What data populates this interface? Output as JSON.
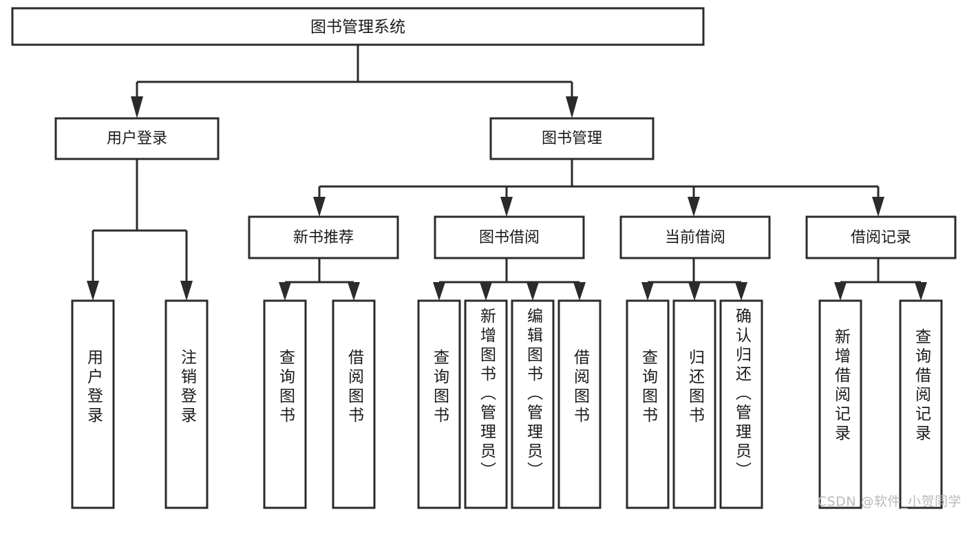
{
  "diagram": {
    "title": "图书管理系统",
    "type": "tree",
    "orientation": "top-down",
    "colors": {
      "background": "#ffffff",
      "box_fill": "#ffffff",
      "box_stroke": "#2b2b2b",
      "connector": "#2b2b2b",
      "text": "#1a1a1a",
      "watermark": "#b9b9b9"
    }
  },
  "nodes": {
    "root": {
      "label": "图书管理系统",
      "level": 1
    },
    "level2": [
      {
        "id": "user-login",
        "label": "用户登录",
        "level": 2
      },
      {
        "id": "book-management",
        "label": "图书管理",
        "level": 2
      }
    ],
    "level3": [
      {
        "id": "new-book-recommend",
        "label": "新书推荐",
        "level": 3,
        "parent": "book-management"
      },
      {
        "id": "book-borrow",
        "label": "图书借阅",
        "level": 3,
        "parent": "book-management"
      },
      {
        "id": "current-borrow",
        "label": "当前借阅",
        "level": 3,
        "parent": "book-management"
      },
      {
        "id": "borrow-record",
        "label": "借阅记录",
        "level": 3,
        "parent": "book-management"
      }
    ],
    "leaves": [
      {
        "id": "leaf-user-login",
        "label": "用户登录",
        "parent": "user-login"
      },
      {
        "id": "leaf-logout-login",
        "label": "注销登录",
        "parent": "user-login"
      },
      {
        "id": "leaf-query-book-1",
        "label": "查询图书",
        "parent": "new-book-recommend"
      },
      {
        "id": "leaf-borrow-book-1",
        "label": "借阅图书",
        "parent": "new-book-recommend"
      },
      {
        "id": "leaf-query-book-2",
        "label": "查询图书",
        "parent": "book-borrow"
      },
      {
        "id": "leaf-add-book-admin",
        "label": "新增图书（管理员）",
        "parent": "book-borrow"
      },
      {
        "id": "leaf-edit-book-admin",
        "label": "编辑图书（管理员）",
        "parent": "book-borrow"
      },
      {
        "id": "leaf-borrow-book-2",
        "label": "借阅图书",
        "parent": "book-borrow"
      },
      {
        "id": "leaf-query-book-3",
        "label": "查询图书",
        "parent": "current-borrow"
      },
      {
        "id": "leaf-return-book",
        "label": "归还图书",
        "parent": "current-borrow"
      },
      {
        "id": "leaf-confirm-return-admin",
        "label": "确认归还（管理员）",
        "parent": "current-borrow"
      },
      {
        "id": "leaf-add-borrow-record",
        "label": "新增借阅记录",
        "parent": "borrow-record"
      },
      {
        "id": "leaf-query-borrow-record",
        "label": "查询借阅记录",
        "parent": "borrow-record"
      }
    ]
  },
  "watermark": {
    "text": "CSDN @软件_小贺同学"
  }
}
